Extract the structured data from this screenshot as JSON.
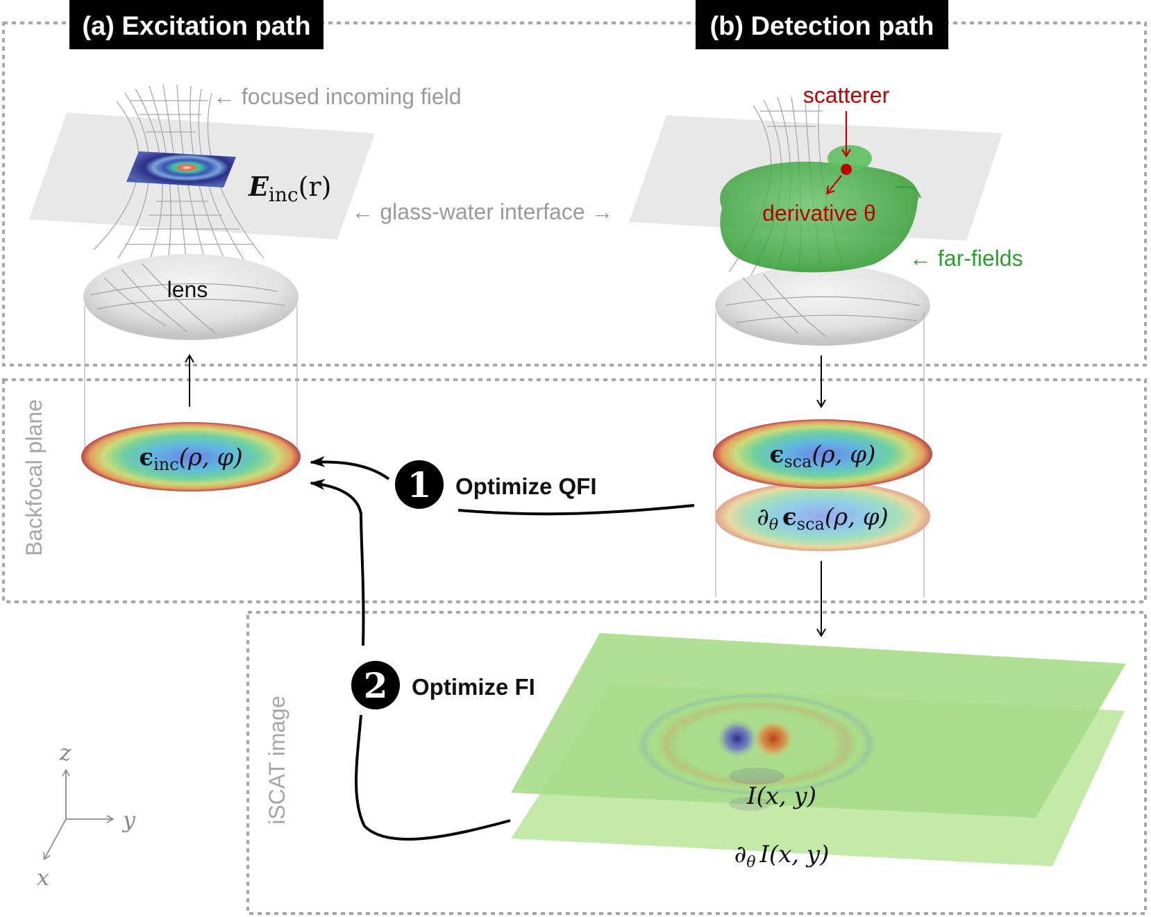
{
  "panels": {
    "excitation_title": "(a) Excitation path",
    "detection_title": "(b) Detection path"
  },
  "side_labels": {
    "backfocal": "Backfocal plane",
    "iscat": "iSCAT image"
  },
  "annotations": {
    "focused_field": "← focused incoming field",
    "interface": "← glass-water interface →",
    "lens": "lens",
    "scatterer": "scatterer",
    "derivative": "derivative θ",
    "far_fields": "← far-fields"
  },
  "math": {
    "E_inc_main": "E",
    "E_inc_sub": "inc",
    "E_inc_arg": "(r)",
    "eps_inc_main": "ϵ",
    "eps_inc_sub": "inc",
    "eps_inc_arg": "(ρ, φ)",
    "eps_sca_main": "ϵ",
    "eps_sca_sub": "sca",
    "eps_sca_arg": "(ρ, φ)",
    "deps_pre": "∂",
    "deps_theta": "θ",
    "deps_main": "ϵ",
    "deps_sub": "sca",
    "deps_arg": "(ρ, φ)",
    "I_label": "I(x, y)",
    "dI_pre": "∂",
    "dI_theta": "θ",
    "dI_label": "I(x, y)"
  },
  "steps": {
    "step1_number": "1",
    "step1_label": "Optimize QFI",
    "step2_number": "2",
    "step2_label": "Optimize FI"
  },
  "axes": {
    "z": "z",
    "y": "y",
    "x": "x"
  },
  "colors": {
    "scatterer_red": "#c00000",
    "far_field_green": "#2e9e2e",
    "gray_text": "#9a9a9a",
    "box_dash": "#a6a6a6"
  }
}
